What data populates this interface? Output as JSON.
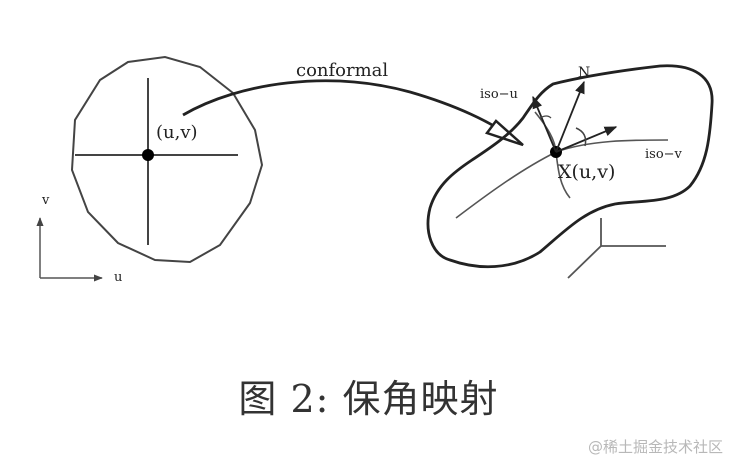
{
  "diagram": {
    "labels": {
      "conformal": "conformal",
      "uv_point": "(u,v)",
      "axis_v": "v",
      "axis_u": "u",
      "normal": "N",
      "iso_u": "iso−u",
      "iso_v": "iso−v",
      "surface_point": "X(u,v)"
    },
    "caption": "图 2:  保角映射",
    "watermark": "@稀土掘金技术社区"
  }
}
